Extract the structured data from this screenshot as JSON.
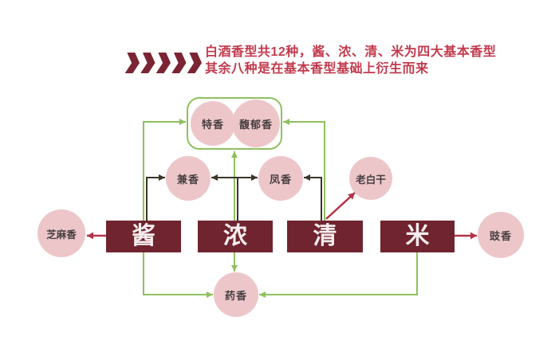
{
  "header": {
    "line1": "白酒香型共12种，酱、浓、清、米为四大基本香型",
    "line2": "其余八种是在基本香型基础上衍生而来",
    "chevron_count": 5
  },
  "diagram": {
    "base_types": {
      "jiang": "酱",
      "nong": "浓",
      "qing": "清",
      "mi": "米"
    },
    "derived": {
      "texiang": "特香",
      "fuyuxiang": "馥郁香",
      "jianxiang": "兼香",
      "fengxiang": "凤香",
      "laobaigan": "老白干",
      "zhimaxiang": "芝麻香",
      "chixiang": "豉香",
      "yaoxiang": "药香"
    },
    "edges": [
      {
        "from": "酱",
        "to": "芝麻香",
        "style": "red-arrow"
      },
      {
        "from": "米",
        "to": "豉香",
        "style": "red-arrow"
      },
      {
        "from": "清",
        "to": "老白干",
        "style": "red-arrow"
      },
      {
        "from": "酱",
        "to": "兼香",
        "style": "dark-arrow"
      },
      {
        "from": "浓",
        "to": "兼香",
        "style": "dark-arrow"
      },
      {
        "from": "浓",
        "to": "凤香",
        "style": "dark-arrow"
      },
      {
        "from": "清",
        "to": "凤香",
        "style": "dark-arrow"
      },
      {
        "from": "酱",
        "to": "特香/馥郁香",
        "style": "green-arrow"
      },
      {
        "from": "浓",
        "to": "特香/馥郁香",
        "style": "green-arrow"
      },
      {
        "from": "清",
        "to": "特香/馥郁香",
        "style": "green-arrow"
      },
      {
        "from": "酱",
        "to": "药香",
        "style": "green-arrow"
      },
      {
        "from": "浓",
        "to": "药香",
        "style": "green-arrow"
      },
      {
        "from": "米",
        "to": "药香",
        "style": "green-arrow"
      }
    ]
  },
  "colors": {
    "header_text": "#c23a4d",
    "chevron": "#7b2433",
    "box_fill": "#70242f",
    "box_text": "#f6edee",
    "circle_fill": "#edc6ca",
    "circle_text": "#453e3f",
    "green_line": "#8fc05e",
    "dark_line": "#3a3526",
    "red_line": "#b43448",
    "background": "#ffffff"
  }
}
